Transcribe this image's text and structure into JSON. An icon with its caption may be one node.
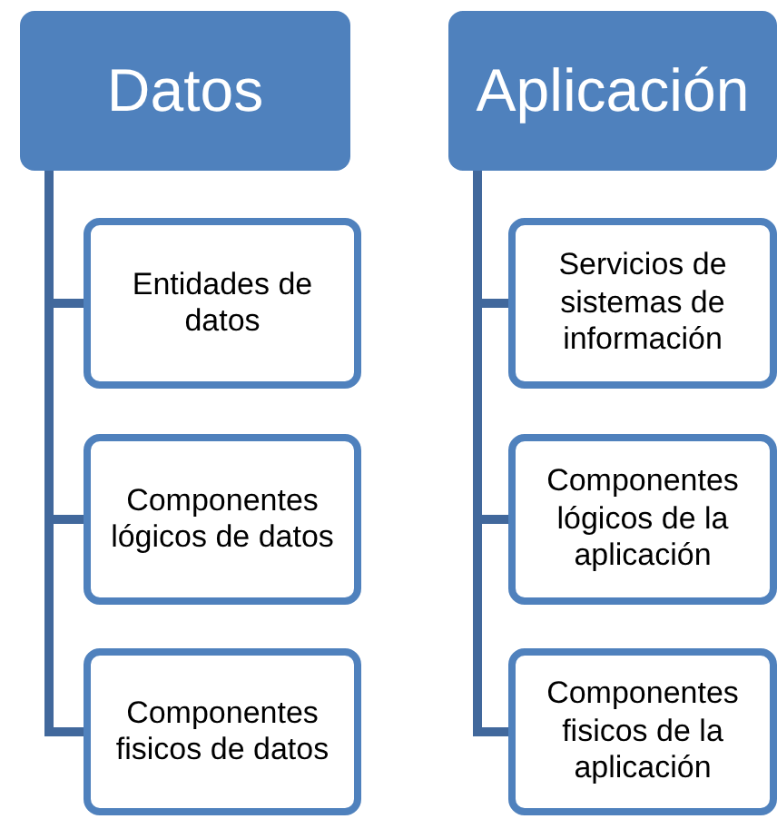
{
  "diagram": {
    "nodes": [
      {
        "text": [
          "Datos"
        ]
      },
      {
        "text": [
          "Entidades de datos"
        ]
      },
      {
        "text": [
          "Componentes lógicos de datos"
        ]
      },
      {
        "text": [
          "Componentes fisicos de datos"
        ]
      },
      {
        "text": [
          "Aplicación"
        ]
      },
      {
        "text": [
          "Servicios de sistemas de información"
        ]
      },
      {
        "text": [
          "Componentes lógicos de la aplicación"
        ]
      },
      {
        "text": [
          "Componentes fisicos de la aplicación"
        ]
      }
    ],
    "edges": [
      {
        "from": 0,
        "to": 1,
        "arrow": "none"
      },
      {
        "from": 0,
        "to": 2,
        "arrow": "none"
      },
      {
        "from": 0,
        "to": 3,
        "arrow": "none"
      },
      {
        "from": 4,
        "to": 5,
        "arrow": "none"
      },
      {
        "from": 4,
        "to": 6,
        "arrow": "none"
      },
      {
        "from": 4,
        "to": 7,
        "arrow": "none"
      }
    ]
  }
}
